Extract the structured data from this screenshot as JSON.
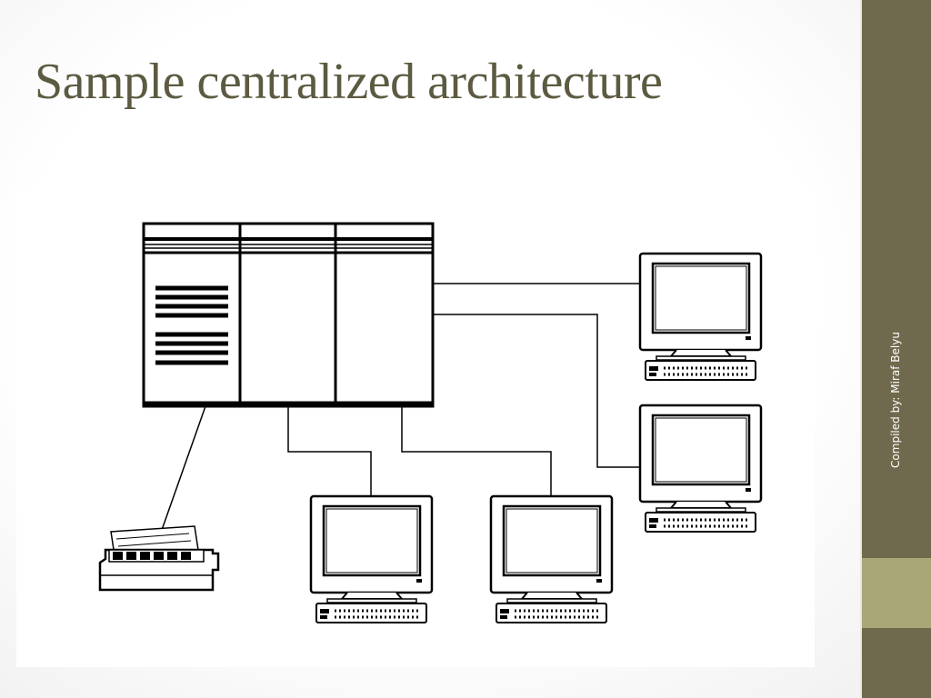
{
  "slide": {
    "title": "Sample centralized architecture",
    "credit": "Compiled by: Miraf Belyu"
  },
  "diagram": {
    "type": "centralized-architecture",
    "nodes": [
      {
        "id": "mainframe",
        "kind": "mainframe-icon"
      },
      {
        "id": "printer",
        "kind": "printer-icon"
      },
      {
        "id": "terminal-top-right",
        "kind": "terminal-icon"
      },
      {
        "id": "terminal-middle-right",
        "kind": "terminal-icon"
      },
      {
        "id": "terminal-bottom-left",
        "kind": "terminal-icon"
      },
      {
        "id": "terminal-bottom-middle",
        "kind": "terminal-icon"
      }
    ],
    "edges": [
      {
        "from": "mainframe",
        "to": "printer"
      },
      {
        "from": "mainframe",
        "to": "terminal-top-right"
      },
      {
        "from": "mainframe",
        "to": "terminal-middle-right"
      },
      {
        "from": "mainframe",
        "to": "terminal-bottom-left"
      },
      {
        "from": "mainframe",
        "to": "terminal-bottom-middle"
      }
    ]
  },
  "colors": {
    "title": "#5c5a40",
    "sidebar": "#6f6a4d",
    "sidebar_accent": "#a9a678",
    "line": "#000000"
  }
}
